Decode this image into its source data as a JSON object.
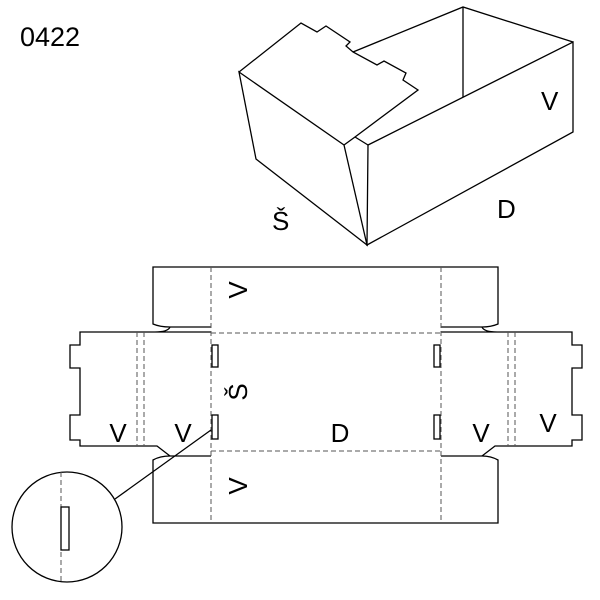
{
  "model_number": "0422",
  "box_view": {
    "width_label": "Š",
    "length_label": "D",
    "height_label": "V"
  },
  "flat_layout": {
    "top_panel_label": "V",
    "bottom_panel_label": "V",
    "width_label": "Š",
    "length_label": "D",
    "left_outer_flap_label": "V",
    "left_inner_flap_label": "V",
    "right_inner_flap_label": "V",
    "right_outer_flap_label": "V"
  }
}
